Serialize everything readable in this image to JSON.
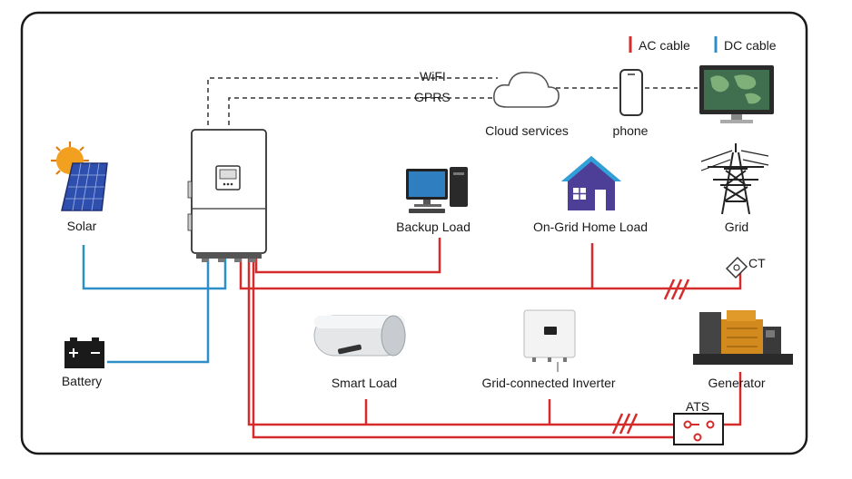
{
  "legend": {
    "ac": "AC cable",
    "dc": "DC cable"
  },
  "colors": {
    "ac": "#d62b2b",
    "dc": "#2e8fc8",
    "frame": "#1a1a1a",
    "dashed": "#333333"
  },
  "links": {
    "wifi": "WiFI",
    "gprs": "GPRS"
  },
  "nodes": {
    "cloud": "Cloud services",
    "phone": "phone",
    "solar": "Solar",
    "backup_load": "Backup Load",
    "home_load": "On-Grid Home Load",
    "grid": "Grid",
    "ct": "CT",
    "battery": "Battery",
    "smart_load": "Smart Load",
    "grid_inverter": "Grid-connected Inverter",
    "generator": "Generator",
    "ats": "ATS"
  }
}
